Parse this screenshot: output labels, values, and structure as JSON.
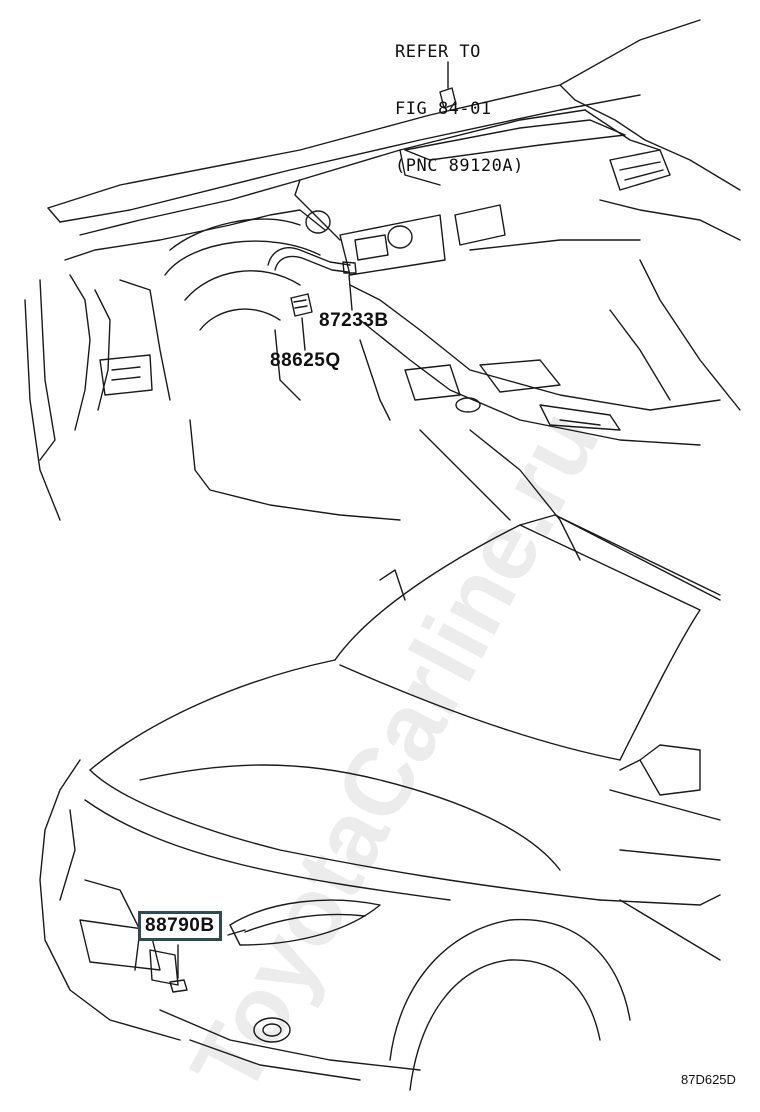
{
  "callout": {
    "line1": "REFER TO",
    "line2": "FIG 84-01",
    "line3": "(PNC 89120A)"
  },
  "parts": [
    {
      "id": "87233B",
      "label": "87233B",
      "highlighted": false
    },
    {
      "id": "88625Q",
      "label": "88625Q",
      "highlighted": false
    },
    {
      "id": "88790B",
      "label": "88790B",
      "highlighted": true
    }
  ],
  "diagram_code": "87D625D",
  "watermark": "ToyotaCarline.ru",
  "colors": {
    "line": "#1a1a1a",
    "highlight_border": "#2f4a52"
  }
}
